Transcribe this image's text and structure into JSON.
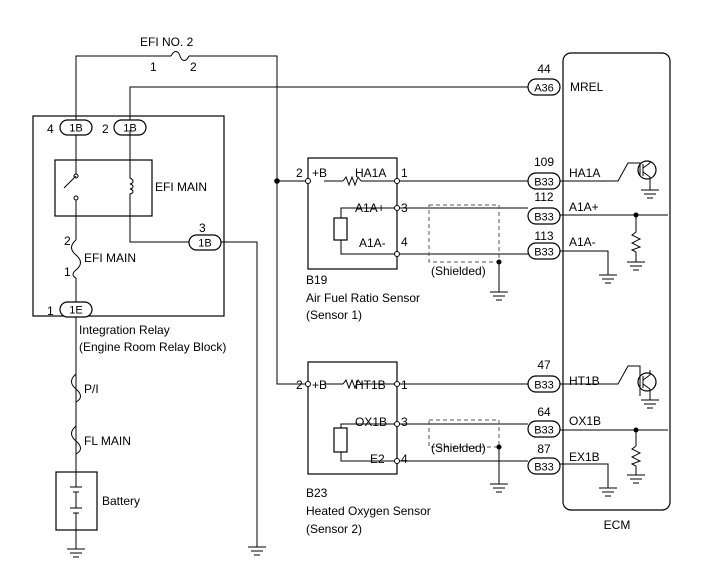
{
  "fuse_efi_no2": {
    "label": "EFI NO. 2",
    "pin1": "1",
    "pin2": "2"
  },
  "relay_block": {
    "title": "Integration Relay",
    "subtitle": "(Engine Room Relay Block)",
    "pin4": "4",
    "conn_1b_a": "1B",
    "pin2": "2",
    "conn_1b_b": "1B",
    "relay_coil_label": "EFI MAIN",
    "fuse_label": "EFI MAIN",
    "fuse_pin2": "2",
    "fuse_pin1": "1",
    "pin3": "3",
    "conn_1b_c": "1B",
    "pin1": "1",
    "conn_1e": "1E"
  },
  "fuse_pi": {
    "label": "P/I"
  },
  "fuse_fl_main": {
    "label": "FL MAIN"
  },
  "battery": {
    "label": "Battery"
  },
  "sensor_b19": {
    "code": "B19",
    "name": "Air Fuel Ratio Sensor",
    "position": "(Sensor 1)",
    "pin2": "2",
    "plusb": "+B",
    "ha1a": "HA1A",
    "pin1": "1",
    "a1a_plus": "A1A+",
    "pin3": "3",
    "a1a_minus": "A1A-",
    "pin4": "4",
    "shielded": "(Shielded)"
  },
  "sensor_b23": {
    "code": "B23",
    "name": "Heated Oxygen Sensor",
    "position": "(Sensor 2)",
    "pin2": "2",
    "plusb": "+B",
    "ht1b": "HT1B",
    "pin1": "1",
    "ox1b": "OX1B",
    "pin3": "3",
    "e2": "E2",
    "pin4": "4",
    "shielded": "(Shielded)"
  },
  "ecm": {
    "label": "ECM",
    "pins": [
      {
        "num": "44",
        "conn": "A36",
        "signal": "MREL"
      },
      {
        "num": "109",
        "conn": "B33",
        "signal": "HA1A"
      },
      {
        "num": "112",
        "conn": "B33",
        "signal": "A1A+"
      },
      {
        "num": "113",
        "conn": "B33",
        "signal": "A1A-"
      },
      {
        "num": "47",
        "conn": "B33",
        "signal": "HT1B"
      },
      {
        "num": "64",
        "conn": "B33",
        "signal": "OX1B"
      },
      {
        "num": "87",
        "conn": "B33",
        "signal": "EX1B"
      }
    ]
  }
}
